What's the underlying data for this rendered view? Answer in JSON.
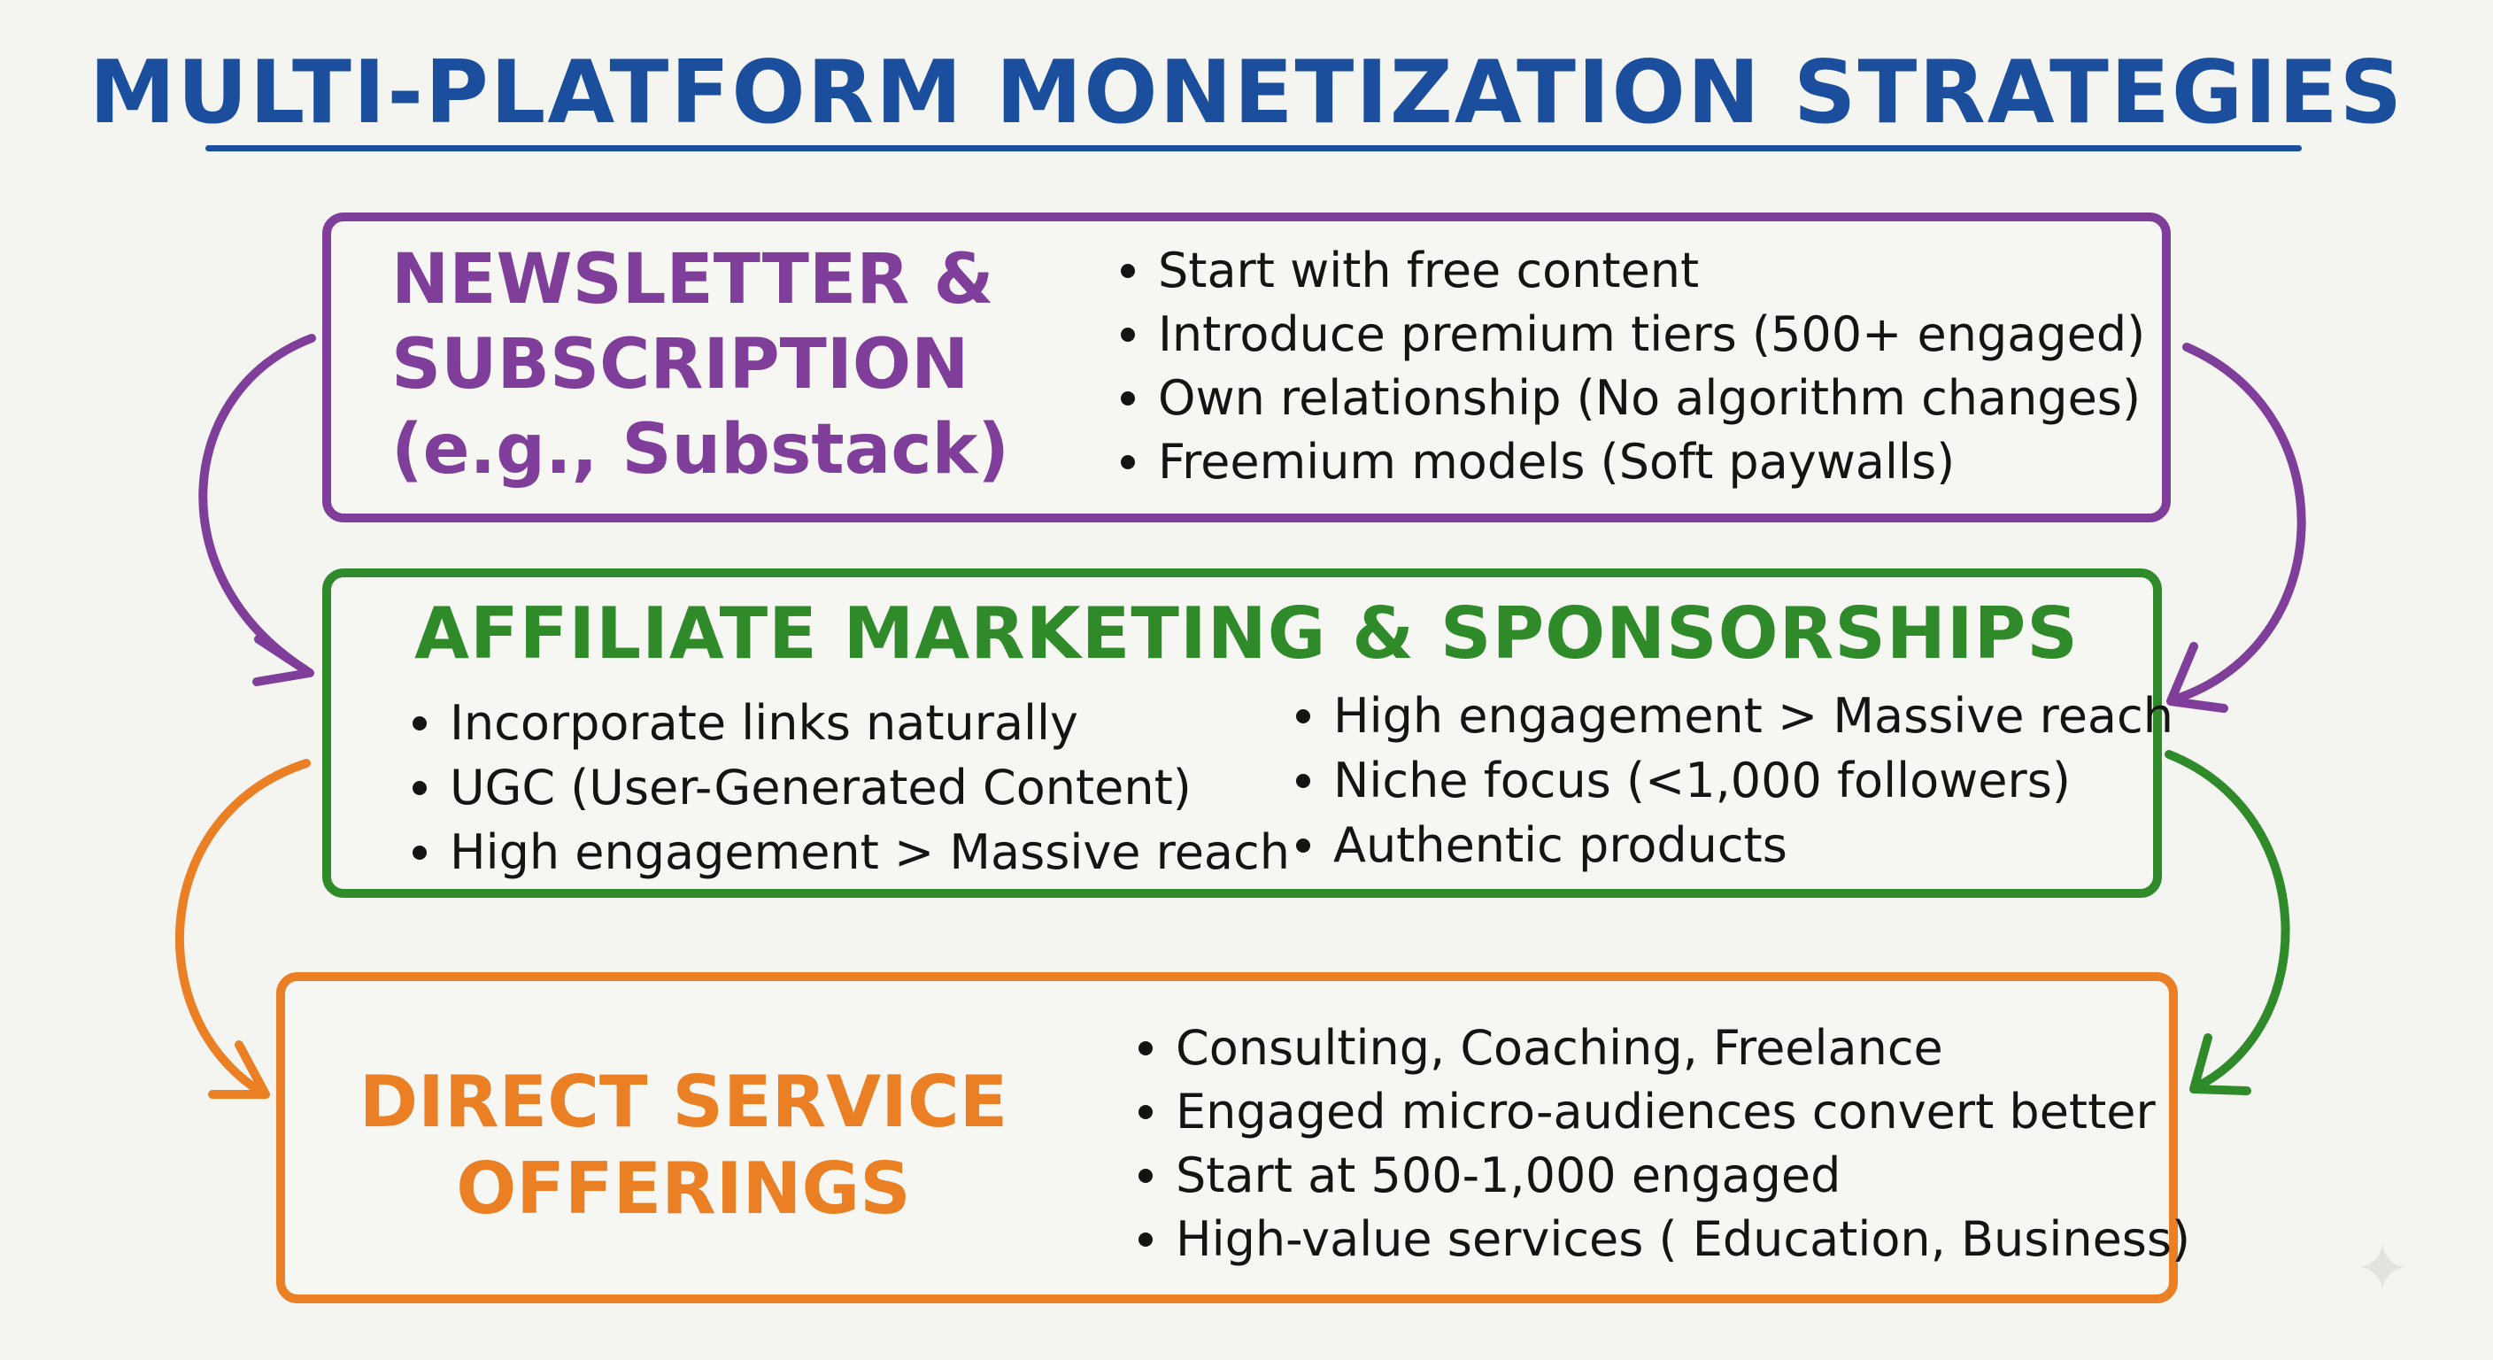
{
  "title": "MULTI-PLATFORM MONETIZATION STRATEGIES",
  "sections": {
    "newsletter": {
      "heading": [
        "NEWSLETTER &",
        "SUBSCRIPTION",
        "(e.g., Substack)"
      ],
      "bullets": [
        "Start with free content",
        "Introduce premium tiers (500+ engaged)",
        "Own relationship (No algorithm changes)",
        "Freemium models (Soft paywalls)"
      ]
    },
    "affiliate": {
      "heading": "AFFILIATE MARKETING & SPONSORSHIPS",
      "bullets_left": [
        "Incorporate links naturally",
        "UGC (User-Generated Content)",
        "High engagement > Massive reach"
      ],
      "bullets_right": [
        "High engagement > Massive reach",
        "Niche focus (<1,000 followers)",
        "Authentic products"
      ]
    },
    "direct": {
      "heading": [
        "DIRECT SERVICE",
        "OFFERINGS"
      ],
      "bullets": [
        "Consulting, Coaching, Freelance",
        "Engaged micro-audiences convert better",
        "Start at 500-1,000 engaged",
        "High-value services ( Education, Business)"
      ]
    }
  },
  "colors": {
    "title": "#1b4f9e",
    "newsletter": "#7f3e9a",
    "affiliate": "#2f8a2a",
    "direct": "#ea7f24",
    "text": "#141414",
    "background": "#f4f4f0"
  },
  "icons": {
    "corner": "sparkle-icon"
  }
}
